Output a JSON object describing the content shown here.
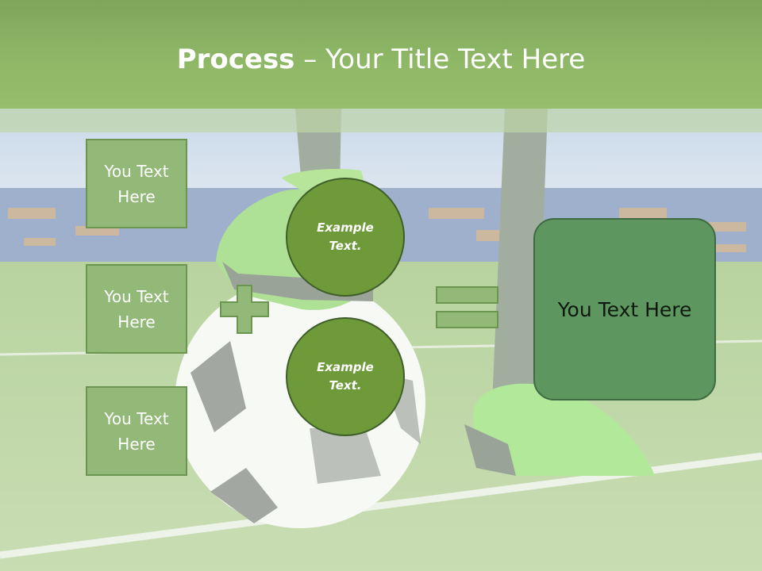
{
  "slide": {
    "title_bold": "Process",
    "title_rest": " – Your Title Text Here"
  },
  "left_boxes": [
    {
      "text": "You Text Here"
    },
    {
      "text": "You Text Here"
    },
    {
      "text": "You Text Here"
    }
  ],
  "circles": [
    {
      "text": "Example Text."
    },
    {
      "text": "Example Text."
    }
  ],
  "operators": {
    "plus": "plus-icon",
    "equals": "equals-icon"
  },
  "result_box": {
    "text": "You Text Here"
  },
  "colors": {
    "banner": "#8fb867",
    "box_fill": "#93b978",
    "circle_fill": "#6e9a3a",
    "result_fill": "#5e9660"
  }
}
